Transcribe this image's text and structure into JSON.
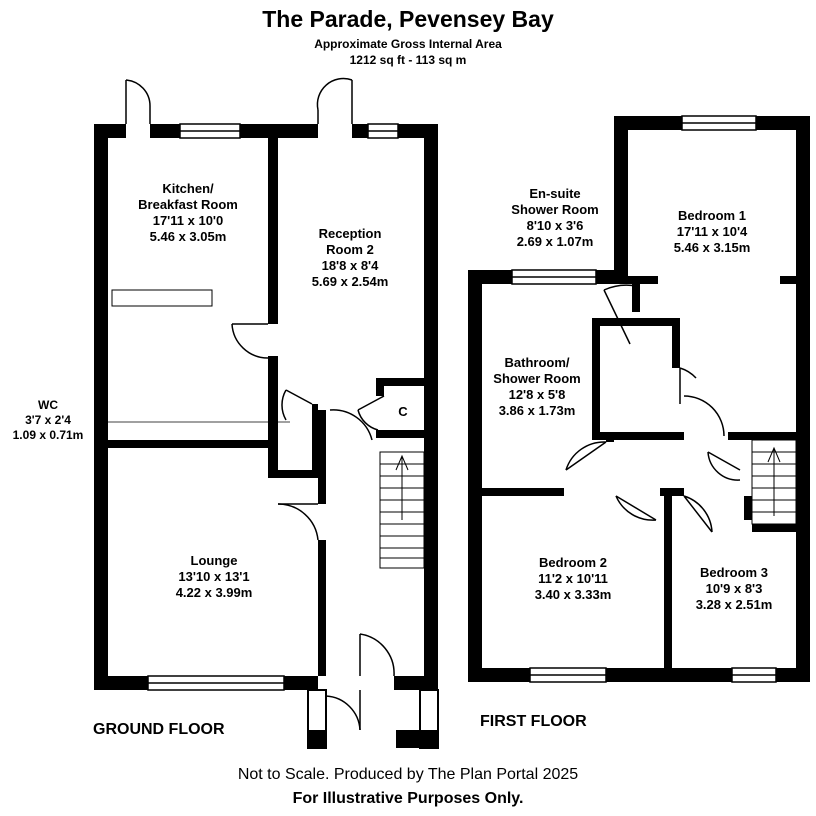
{
  "header": {
    "title": "The Parade, Pevensey Bay",
    "area_label": "Approximate Gross Internal Area",
    "area_value": "1212 sq ft - 113 sq m"
  },
  "floors": {
    "ground": "GROUND FLOOR",
    "first": "FIRST FLOOR"
  },
  "rooms": {
    "kitchen": {
      "name1": "Kitchen/",
      "name2": "Breakfast Room",
      "imperial": "17'11 x 10'0",
      "metric": "5.46 x 3.05m"
    },
    "reception": {
      "name1": "Reception",
      "name2": "Room 2",
      "imperial": "18'8 x 8'4",
      "metric": "5.69 x 2.54m"
    },
    "wc": {
      "name": "WC",
      "imperial": "3'7 x 2'4",
      "metric": "1.09 x 0.71m"
    },
    "cupboard": {
      "name": "C"
    },
    "lounge": {
      "name": "Lounge",
      "imperial": "13'10 x 13'1",
      "metric": "4.22 x 3.99m"
    },
    "ensuite": {
      "name1": "En-suite",
      "name2": "Shower Room",
      "imperial": "8'10 x 3'6",
      "metric": "2.69 x 1.07m"
    },
    "bedroom1": {
      "name": "Bedroom 1",
      "imperial": "17'11 x 10'4",
      "metric": "5.46 x 3.15m"
    },
    "bathroom": {
      "name1": "Bathroom/",
      "name2": "Shower Room",
      "imperial": "12'8 x 5'8",
      "metric": "3.86 x 1.73m"
    },
    "bedroom2": {
      "name": "Bedroom 2",
      "imperial": "11'2 x 10'11",
      "metric": "3.40 x 3.33m"
    },
    "bedroom3": {
      "name": "Bedroom 3",
      "imperial": "10'9 x 8'3",
      "metric": "3.28 x 2.51m"
    }
  },
  "footer": {
    "line1": "Not to Scale. Produced by The Plan Portal 2025",
    "line2": "For Illustrative Purposes Only."
  }
}
